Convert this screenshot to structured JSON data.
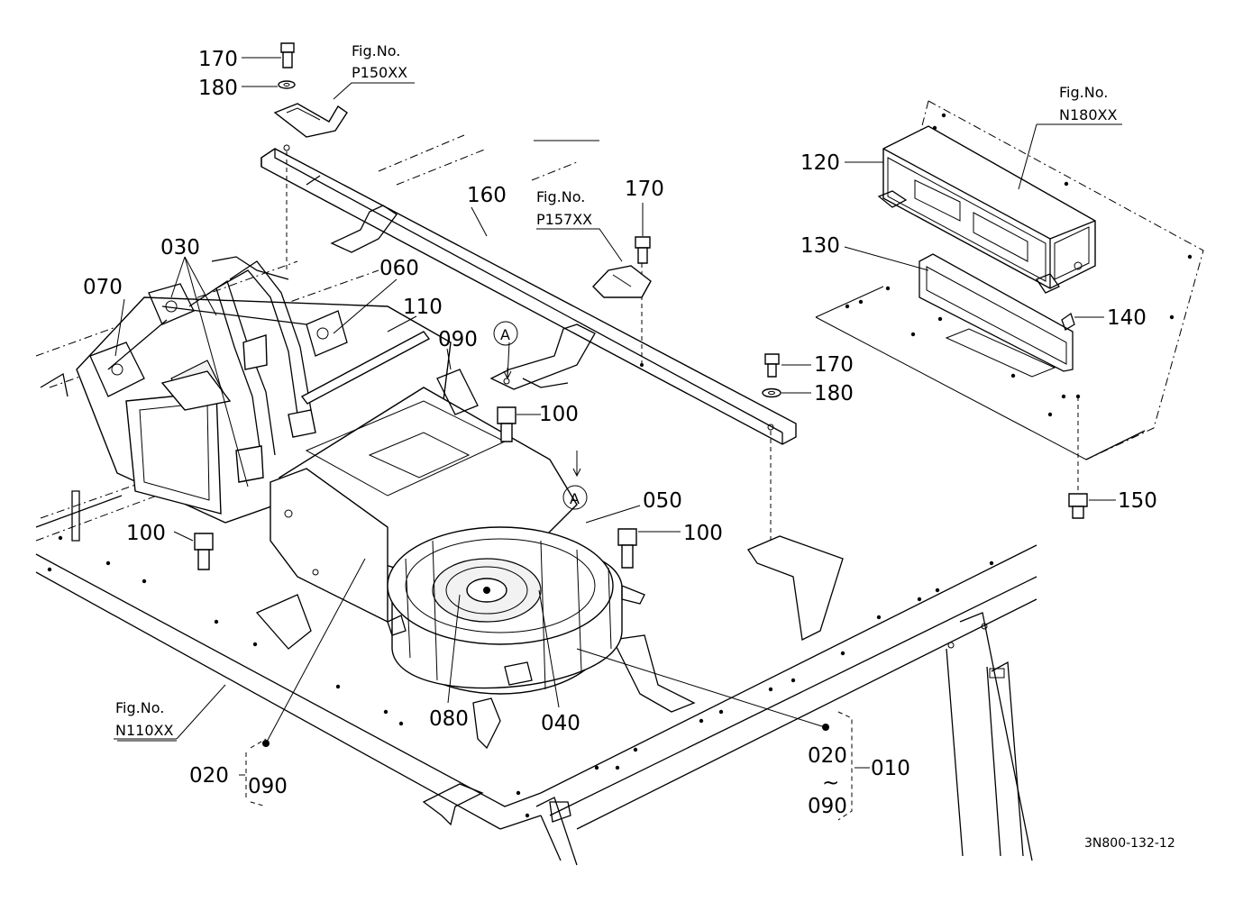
{
  "figure_code": "3N800-132-12",
  "fig_refs": [
    {
      "id": "p150",
      "title": "Fig.No.",
      "number": "P150XX"
    },
    {
      "id": "p157",
      "title": "Fig.No.",
      "number": "P157XX"
    },
    {
      "id": "n180",
      "title": "Fig.No.",
      "number": "N180XX"
    },
    {
      "id": "n110",
      "title": "Fig.No.",
      "number": "N110XX"
    }
  ],
  "section_marks": [
    "A",
    "A"
  ],
  "range_marks": {
    "tilde": "~",
    "bracket_left_top": "020",
    "bracket_left_bottom": "090"
  },
  "callouts": [
    {
      "num": "170"
    },
    {
      "num": "180"
    },
    {
      "num": "160"
    },
    {
      "num": "170"
    },
    {
      "num": "030"
    },
    {
      "num": "060"
    },
    {
      "num": "070"
    },
    {
      "num": "110"
    },
    {
      "num": "090"
    },
    {
      "num": "170"
    },
    {
      "num": "180"
    },
    {
      "num": "100"
    },
    {
      "num": "050"
    },
    {
      "num": "100"
    },
    {
      "num": "100"
    },
    {
      "num": "120"
    },
    {
      "num": "130"
    },
    {
      "num": "140"
    },
    {
      "num": "150"
    },
    {
      "num": "080"
    },
    {
      "num": "040"
    },
    {
      "num": "020"
    },
    {
      "num": "090"
    },
    {
      "num": "020"
    },
    {
      "num": "010"
    },
    {
      "num": "090"
    }
  ]
}
